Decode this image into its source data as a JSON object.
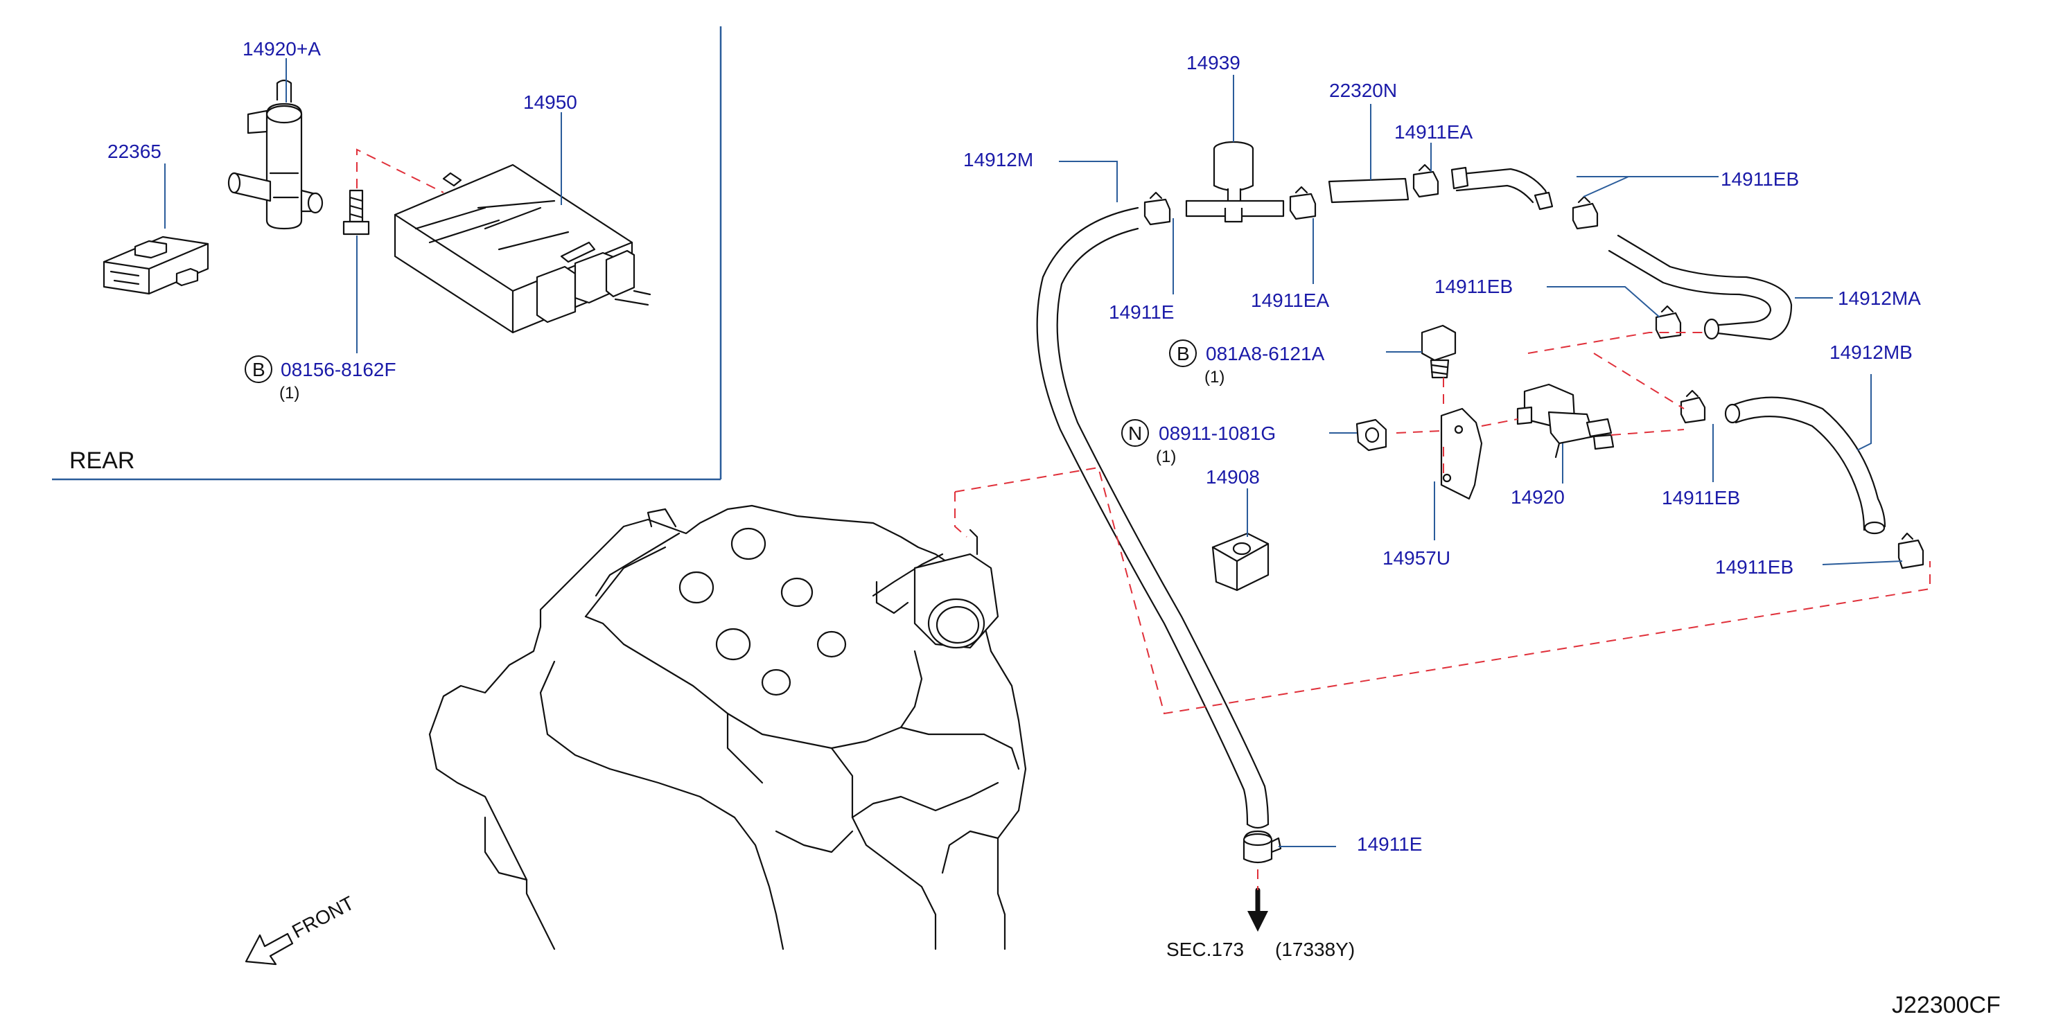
{
  "diagram_code": "J22300CF",
  "inset": {
    "label": "REAR"
  },
  "parts": {
    "p22365": "22365",
    "p14920A": "14920+A",
    "p14950": "14950",
    "p08156": "08156-8162F",
    "p08156_qty": "(1)",
    "p08156_prefix": "B",
    "p14939": "14939",
    "p22320N": "22320N",
    "p14911EA_top": "14911EA",
    "p14912M": "14912M",
    "p14911EB_top": "14911EB",
    "p14911E_top": "14911E",
    "p14911EA_bottom": "14911EA",
    "p14911EB_mid": "14911EB",
    "p14912MA": "14912MA",
    "p081A8": "081A8-6121A",
    "p081A8_qty": "(1)",
    "p081A8_prefix": "B",
    "p14912MB": "14912MB",
    "p08911": "08911-1081G",
    "p08911_qty": "(1)",
    "p08911_prefix": "N",
    "p14908": "14908",
    "p14920": "14920",
    "p14911EB_right": "14911EB",
    "p14957U": "14957U",
    "p14911EB_low": "14911EB",
    "p14911E_bottom": "14911E"
  },
  "section_ref": {
    "sec": "SEC.173",
    "part": "(17338Y)"
  },
  "front_label": "FRONT"
}
